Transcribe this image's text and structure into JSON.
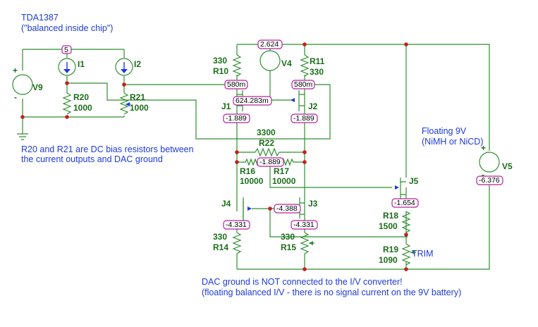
{
  "notes": {
    "title_line1": "TDA1387",
    "title_line2": "(\"balanced inside chip\")",
    "bias_line1": "R20 and R21 are DC bias resistors between",
    "bias_line2": "the current outputs and DAC ground",
    "floating_line1": "Floating 9V",
    "floating_line2": "(NiMH or NiCD)",
    "ground_line1": "DAC ground is NOT connected to the I/V converter!",
    "ground_line2": "(floating balanced I/V - there is no signal current on the 9V battery)"
  },
  "components": {
    "V9": "V9",
    "I1": "I1",
    "I2": "I2",
    "R20": "R20",
    "R20_val": "1000",
    "R21": "R21",
    "R21_val": "1000",
    "R10": "R10",
    "R10_val": "330",
    "R11": "R11",
    "R11_val": "330",
    "V4": "V4",
    "J1": "J1",
    "J2": "J2",
    "R22": "R22",
    "R22_val": "3300",
    "R16": "R16",
    "R16_val": "10000",
    "R17": "R17",
    "R17_val": "10000",
    "J4": "J4",
    "J3": "J3",
    "R14": "R14",
    "R14_val": "330",
    "R15": "R15",
    "R15_val": "330",
    "J5": "J5",
    "R18": "R18",
    "R18_val": "1500",
    "R19": "R19",
    "R19_val": "1090",
    "R19_trim": "TRIM",
    "V5": "V5"
  },
  "voltage_tags": {
    "i_src": "5",
    "v4_top": "2.624",
    "j1_src": "580m",
    "j2_src": "580m",
    "j_gate": "624.283m",
    "j1_drain": "-1.889",
    "j2_drain": "-1.889",
    "mid": "-1.889",
    "j4_gate": "-4.388",
    "j4_src": "-4.331",
    "j3_src": "-4.331",
    "j5_src": "-1.654",
    "v5": "-6.376"
  },
  "colors": {
    "wire": "#2f8f2f",
    "node": "#c81e1e",
    "label": "#1a6e1a",
    "note": "#1e3adc",
    "tag_border": "#b3229c"
  }
}
